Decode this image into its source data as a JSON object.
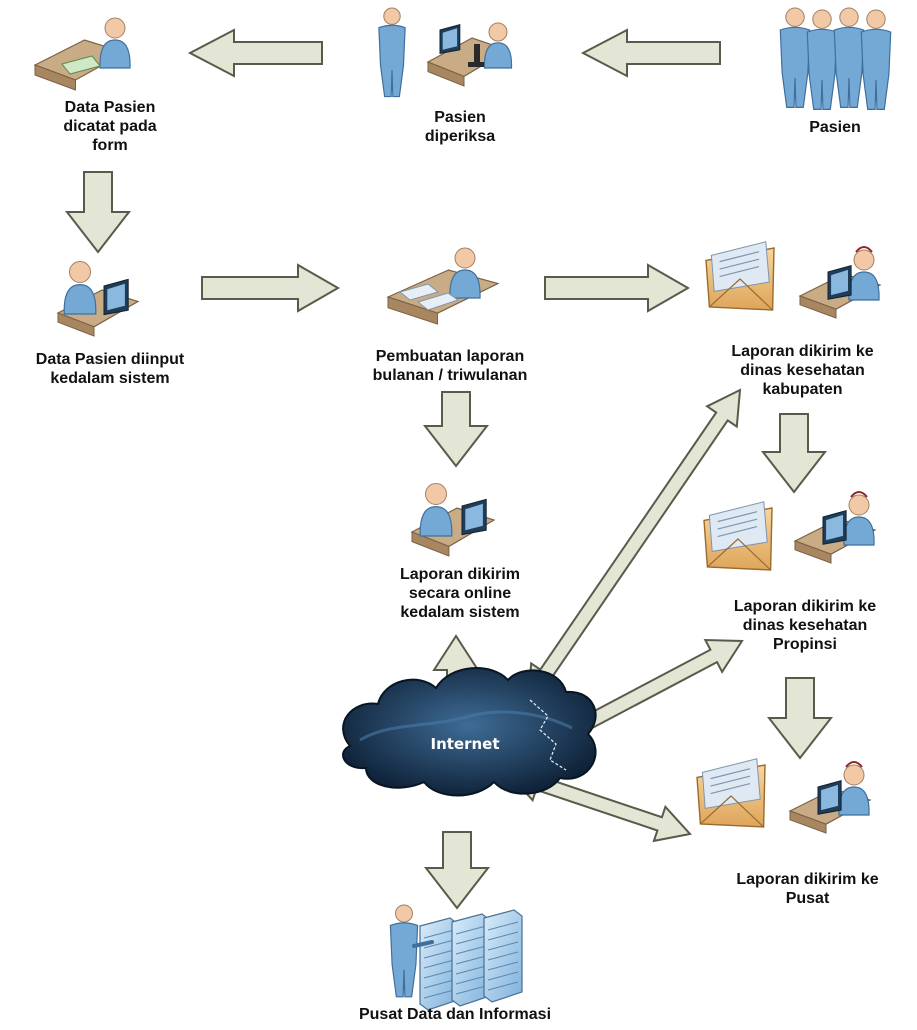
{
  "palette": {
    "arrow_fill": "#e3e6d5",
    "arrow_stroke": "#5a5a4a",
    "person": "#74a9d6",
    "person_dark": "#3f6f9c",
    "skin": "#f2c9a6",
    "desk": "#c9ab86",
    "envelope": "#f0c17a",
    "cloud": "#1a3550",
    "server": "#9ac4e6"
  },
  "nodes": {
    "pasien": {
      "label": "Pasien",
      "icon": "patient-group-icon"
    },
    "pasien_diperiksa": {
      "label": "Pasien\ndiperiksa",
      "icon": "doctor-examination-icon"
    },
    "data_dicatat": {
      "label": "Data Pasien\ndicatat pada\nform",
      "icon": "desk-writing-icon"
    },
    "data_diinput": {
      "label": "Data Pasien diinput\nkedalam sistem",
      "icon": "computer-user-icon"
    },
    "pembuatan_laporan": {
      "label": "Pembuatan laporan\nbulanan / triwulanan",
      "icon": "desk-report-icon"
    },
    "kirim_kabupaten": {
      "label": "Laporan dikirim ke\ndinas kesehatan\nkabupaten",
      "icon": "mail-envelope-icon"
    },
    "kirim_online": {
      "label": "Laporan dikirim\nsecara online\nkedalam sistem",
      "icon": "computer-user-icon"
    },
    "kirim_propinsi": {
      "label": "Laporan dikirim ke\ndinas kesehatan\nPropinsi",
      "icon": "mail-envelope-icon"
    },
    "internet": {
      "label": "Internet",
      "icon": "internet-cloud-icon"
    },
    "kirim_pusat": {
      "label": "Laporan dikirim ke\nPusat",
      "icon": "mail-envelope-icon"
    },
    "pusat_data": {
      "label": "Pusat Data dan Informasi",
      "icon": "data-center-server-icon"
    }
  }
}
